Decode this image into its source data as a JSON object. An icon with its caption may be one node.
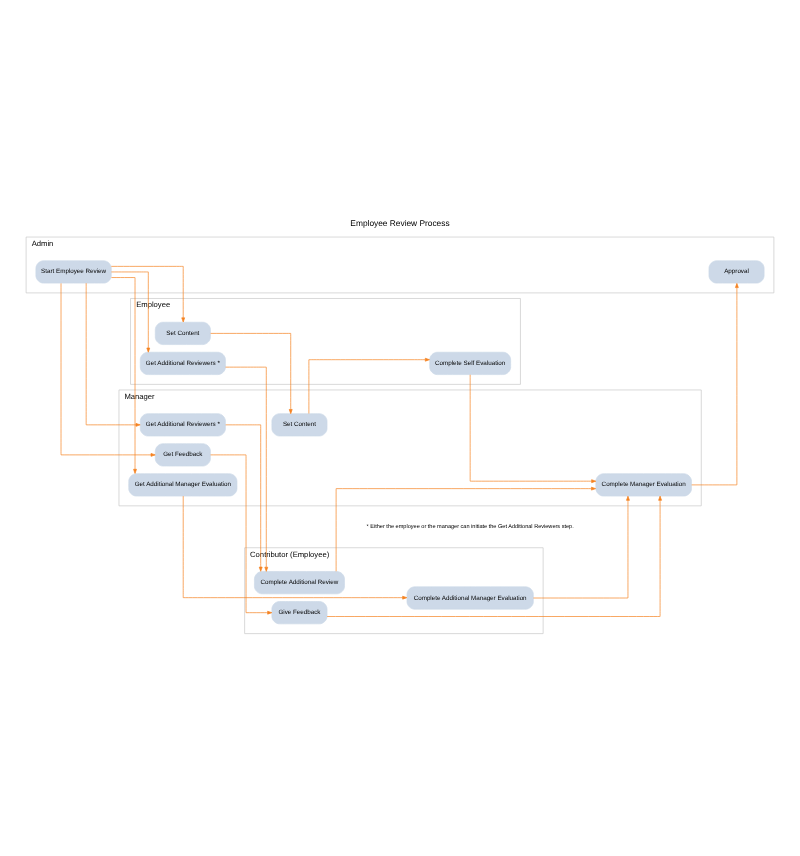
{
  "diagram": {
    "title": "Employee Review Process",
    "nodes": [
      {
        "text": [
          "Admin"
        ]
      },
      {
        "text": [
          "Start Employee Review"
        ],
        "in": 0
      },
      {
        "text": [
          "Approval"
        ],
        "in": 0
      },
      {
        "text": [
          "Employee"
        ]
      },
      {
        "text": [
          "Set Content"
        ],
        "in": 3
      },
      {
        "text": [
          "Get Additional Reviewers *"
        ],
        "in": 3
      },
      {
        "text": [
          "Complete Self Evaluation"
        ],
        "in": 3
      },
      {
        "text": [
          "Manager"
        ]
      },
      {
        "text": [
          "Get Additional Reviewers *"
        ],
        "in": 7
      },
      {
        "text": [
          "Get Additional Manager Evaluation"
        ],
        "in": 7
      },
      {
        "text": [
          "Get Feedback"
        ],
        "in": 7
      },
      {
        "text": [
          "Set Content"
        ],
        "in": 7
      },
      {
        "text": [
          "Complete Manager Evaluation"
        ],
        "in": 7
      },
      {
        "text": [
          "Contributor (Employee)"
        ]
      },
      {
        "text": [
          "Complete Additional Review"
        ],
        "in": 13
      },
      {
        "text": [
          "Complete Additional Manager Evaluation"
        ],
        "in": 13
      },
      {
        "text": [
          "Give Feedback"
        ],
        "in": 13
      }
    ],
    "edges": [
      {
        "from": 1,
        "to": 4,
        "arrow": "to"
      },
      {
        "from": 1,
        "to": 5,
        "arrow": "to"
      },
      {
        "from": 1,
        "to": 8,
        "arrow": "to"
      },
      {
        "from": 1,
        "to": 9,
        "arrow": "to"
      },
      {
        "from": 1,
        "to": 10,
        "arrow": "to"
      },
      {
        "from": 4,
        "to": 11,
        "arrow": "to"
      },
      {
        "from": 5,
        "to": 14,
        "arrow": "to"
      },
      {
        "from": 8,
        "to": 14,
        "arrow": "to"
      },
      {
        "from": 9,
        "to": 15,
        "arrow": "to"
      },
      {
        "from": 10,
        "to": 16,
        "arrow": "to"
      },
      {
        "from": 11,
        "to": 6,
        "arrow": "to"
      },
      {
        "from": 6,
        "to": 12,
        "arrow": "to"
      },
      {
        "from": 14,
        "to": 12,
        "arrow": "to"
      },
      {
        "from": 15,
        "to": 12,
        "arrow": "to"
      },
      {
        "from": 16,
        "to": 12,
        "arrow": "to"
      },
      {
        "from": 12,
        "to": 2,
        "arrow": "to"
      }
    ],
    "labels": [
      "* Either the employee or the manager can initiate the Get Additional Reviewers step."
    ]
  }
}
